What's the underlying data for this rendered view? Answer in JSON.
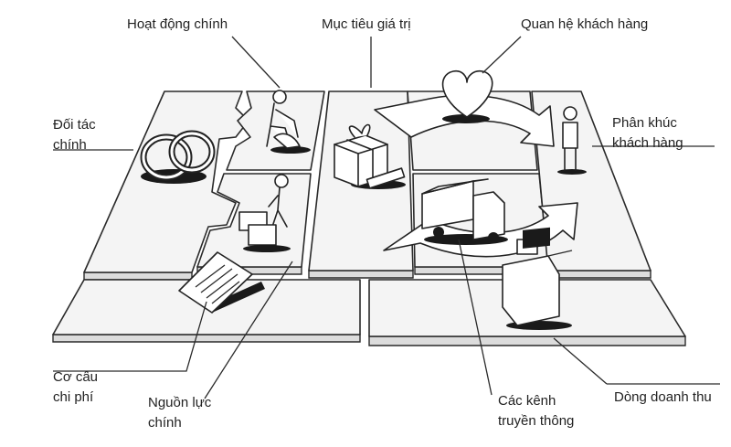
{
  "labels": {
    "key_activities": "Hoạt động chính",
    "value_propositions": "Mục tiêu giá trị",
    "customer_relationships": "Quan hệ khách hàng",
    "key_partners": [
      "Đối tác",
      "chính"
    ],
    "customer_segments": [
      "Phân khúc",
      "khách hàng"
    ],
    "cost_structure": [
      "Cơ cấu",
      "chi phí"
    ],
    "key_resources": [
      "Nguồn lực",
      "chính"
    ],
    "channels": [
      "Các kênh",
      "truyền thông"
    ],
    "revenue_streams": "Dòng doanh thu"
  },
  "icons": {
    "key_partners": "interlocked-rings-icon",
    "key_activities": "worker-icon",
    "key_resources": "forklift-worker-icon",
    "value_propositions": "gift-box-icon",
    "customer_relationships": "heart-icon",
    "channels": "delivery-truck-icon",
    "customer_segments": "person-icon",
    "cost_structure": "invoice-icon",
    "revenue_streams": "cash-register-icon"
  },
  "colors": {
    "line": "#2a2a2a",
    "block_fill": "#f4f4f4",
    "block_side": "#dcdcdc"
  }
}
